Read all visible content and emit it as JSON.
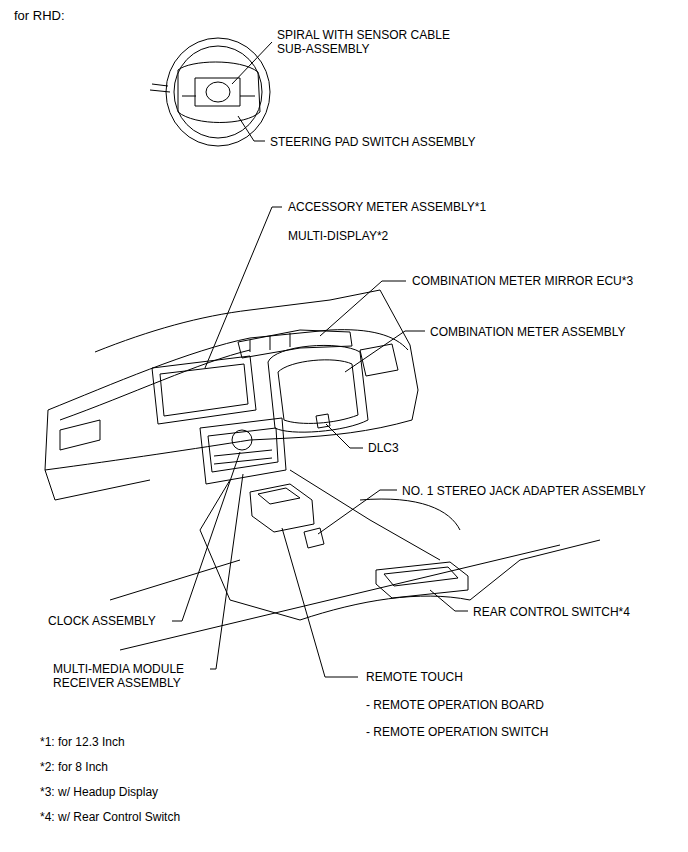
{
  "diagram": {
    "title": "for RHD:",
    "labels": [
      "SPIRAL WITH SENSOR CABLE SUB-ASSEMBLY",
      "STEERING PAD SWITCH ASSEMBLY",
      "ACCESSORY METER ASSEMBLY*1",
      "MULTI-DISPLAY*2",
      "COMBINATION METER MIRROR ECU*3",
      "COMBINATION METER ASSEMBLY",
      "DLC3",
      "NO. 1 STEREO JACK ADAPTER ASSEMBLY",
      "REAR CONTROL SWITCH*4",
      "CLOCK ASSEMBLY",
      "MULTI-MEDIA MODULE RECEIVER ASSEMBLY",
      "REMOTE TOUCH",
      "- REMOTE OPERATION BOARD",
      "- REMOTE OPERATION SWITCH",
      "*1: for 12.3 Inch",
      "*2: for 8 Inch",
      "*3: w/ Headup Display",
      "*4: w/ Rear Control Switch"
    ]
  }
}
